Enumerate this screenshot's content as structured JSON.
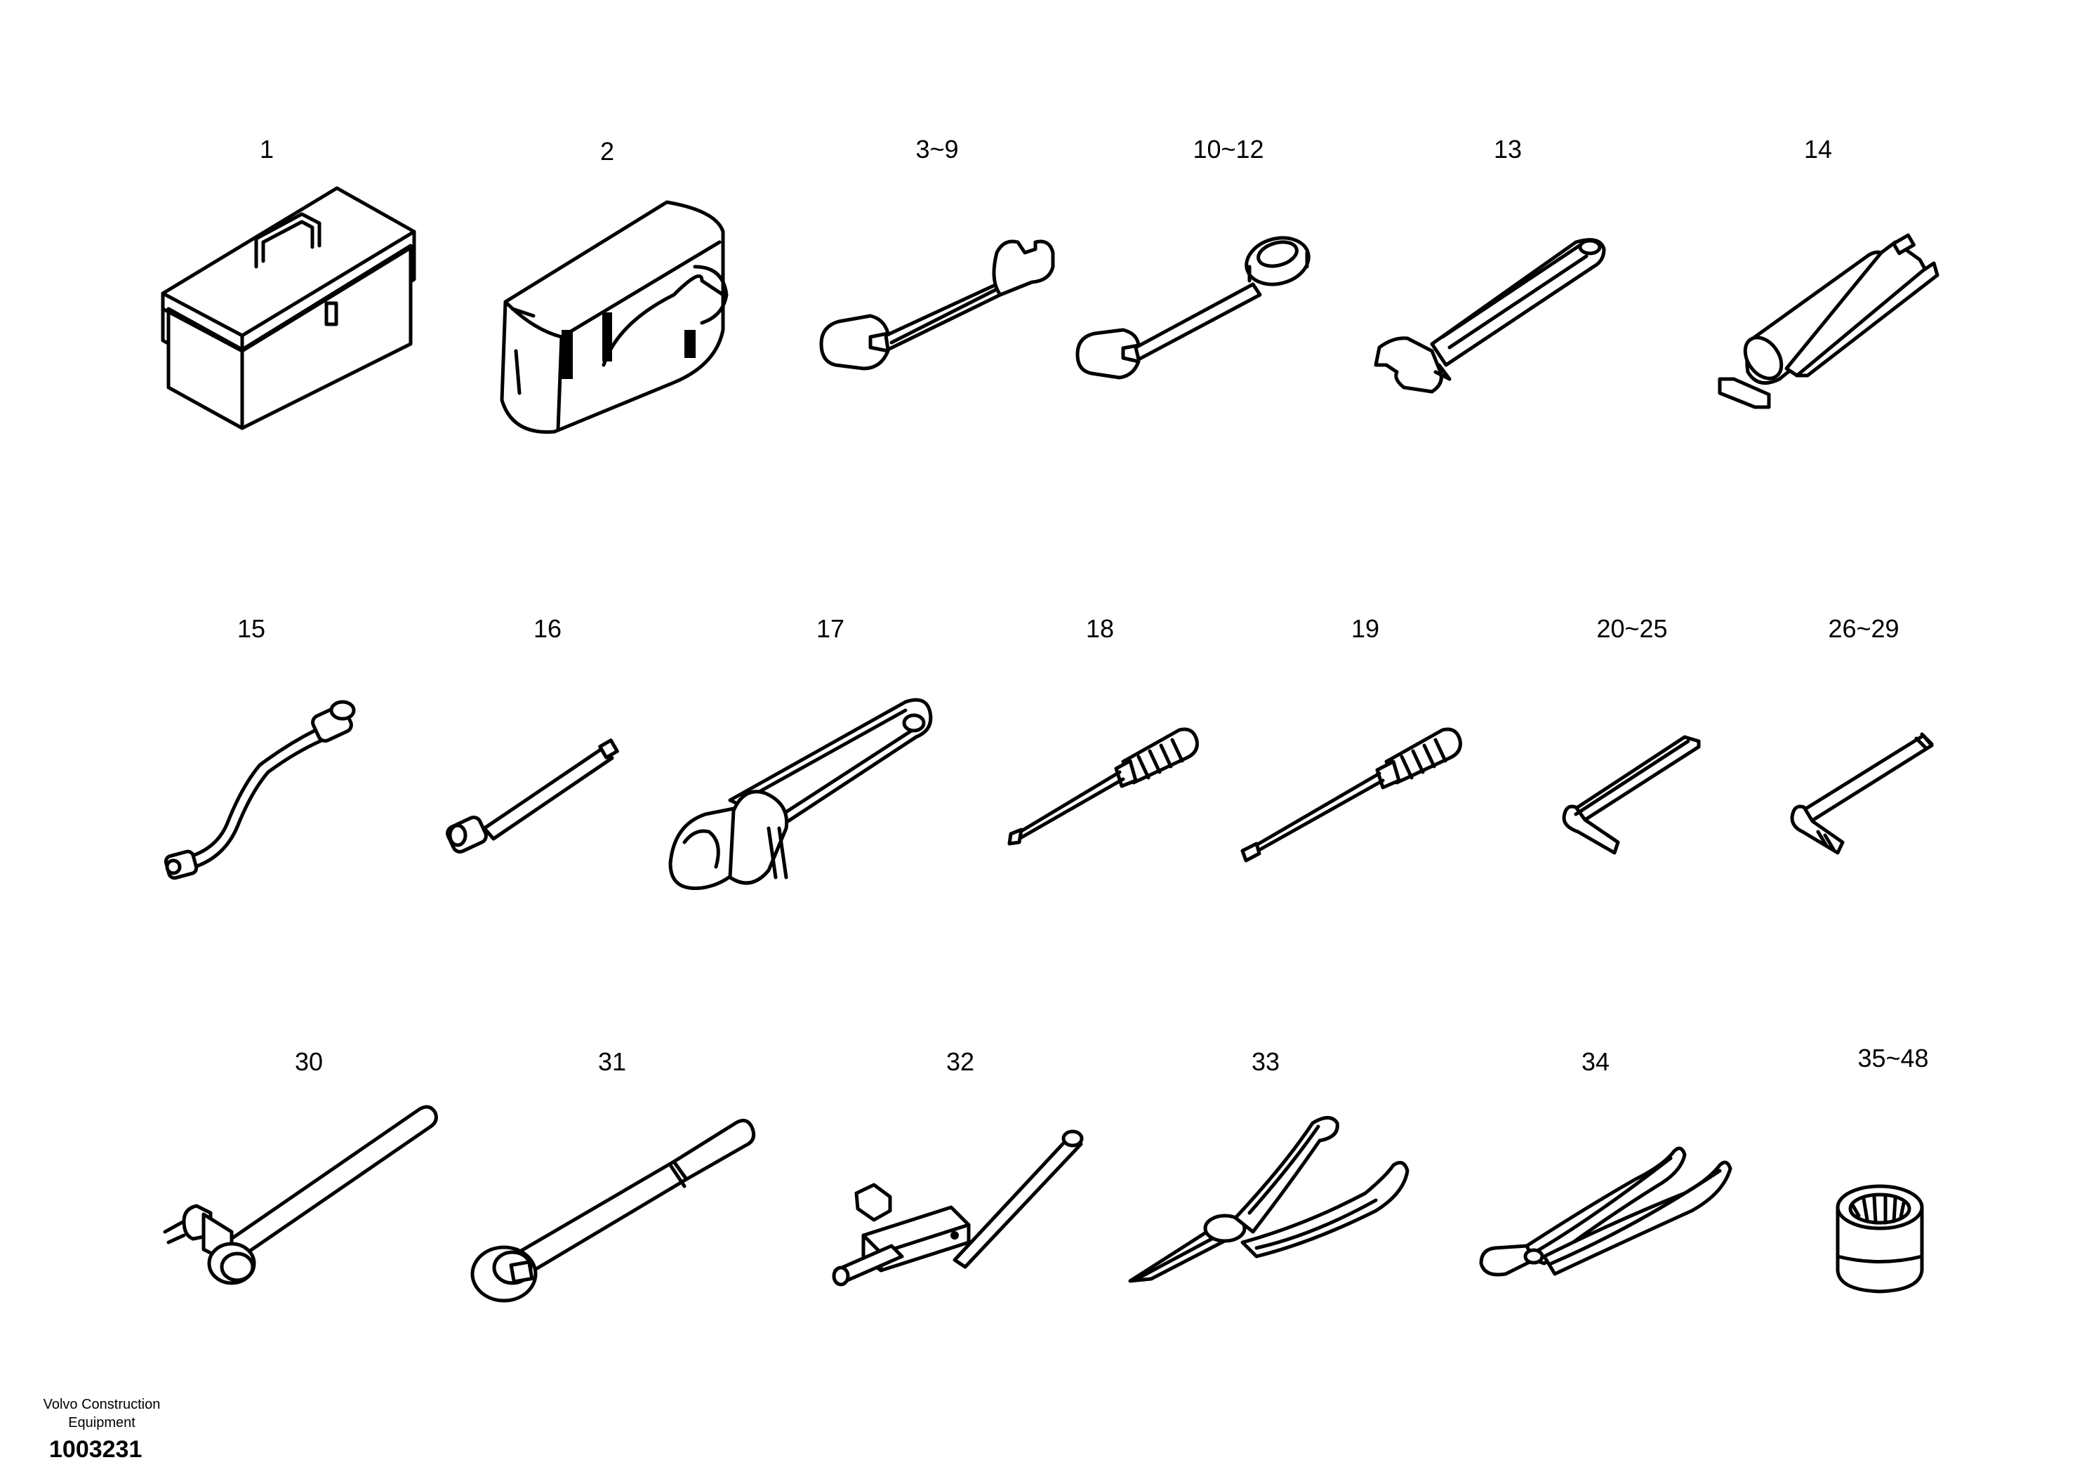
{
  "items": [
    {
      "label": "1",
      "icon": "toolbox-icon"
    },
    {
      "label": "2",
      "icon": "tool-bag-icon"
    },
    {
      "label": "3~9",
      "icon": "open-end-wrench-icon"
    },
    {
      "label": "10~12",
      "icon": "combination-wrench-icon"
    },
    {
      "label": "13",
      "icon": "adjustable-wrench-icon"
    },
    {
      "label": "14",
      "icon": "grease-gun-icon"
    },
    {
      "label": "15",
      "icon": "offset-socket-wrench-icon"
    },
    {
      "label": "16",
      "icon": "extension-bar-icon"
    },
    {
      "label": "17",
      "icon": "pipe-wrench-icon"
    },
    {
      "label": "18",
      "icon": "phillips-screwdriver-icon"
    },
    {
      "label": "19",
      "icon": "flat-screwdriver-icon"
    },
    {
      "label": "20~25",
      "icon": "hex-key-icon"
    },
    {
      "label": "26~29",
      "icon": "torx-key-icon"
    },
    {
      "label": "30",
      "icon": "hammer-icon"
    },
    {
      "label": "31",
      "icon": "ratchet-handle-icon"
    },
    {
      "label": "32",
      "icon": "t-handle-icon"
    },
    {
      "label": "33",
      "icon": "long-nose-pliers-icon"
    },
    {
      "label": "34",
      "icon": "slip-joint-pliers-icon"
    },
    {
      "label": "35~48",
      "icon": "socket-icon"
    }
  ],
  "footer": {
    "company_line1": "Volvo Construction",
    "company_line2": "Equipment",
    "drawing_number": "1003231"
  }
}
